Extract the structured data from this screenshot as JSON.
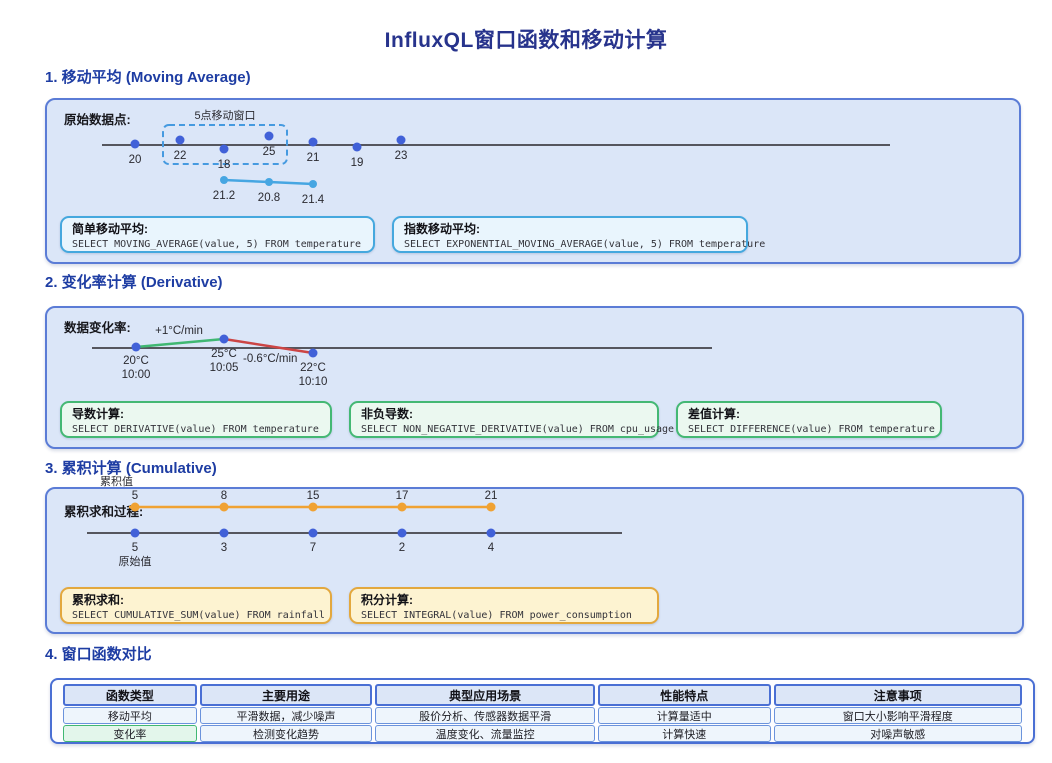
{
  "page": {
    "title": "InfluxQL窗口函数和移动计算"
  },
  "colors": {
    "section_box_fill": "#dbe6f8",
    "section_box_border": "#5b7cd6",
    "heading": "#1e3da3",
    "title": "#27338c",
    "cyan_box_border": "#45a8de",
    "green_box_border": "#44b874",
    "yellow_box_border": "#e3a83e",
    "data_dot": "#4161d8",
    "ma_line": "#46a6e2",
    "cumulative_line": "#f0a233",
    "rate_up_line": "#40b873",
    "rate_down_line": "#cc4545",
    "axis_line": "#55565e"
  },
  "section1": {
    "heading": "1. 移动平均 (Moving Average)",
    "label": "原始数据点:",
    "window_label": "5点移动窗口",
    "chart": {
      "type": "line",
      "raw_values": [
        20,
        22,
        18,
        25,
        21,
        19,
        23
      ],
      "moving_average_values": [
        21.2,
        20.8,
        21.4
      ]
    },
    "code_boxes": [
      {
        "title": "简单移动平均:",
        "code": "SELECT MOVING_AVERAGE(value, 5) FROM temperature"
      },
      {
        "title": "指数移动平均:",
        "code": "SELECT EXPONENTIAL_MOVING_AVERAGE(value, 5) FROM temperature"
      }
    ]
  },
  "section2": {
    "heading": "2. 变化率计算 (Derivative)",
    "label": "数据变化率:",
    "chart": {
      "type": "line",
      "points": [
        {
          "temp": "20°C",
          "time": "10:00"
        },
        {
          "temp": "25°C",
          "time": "10:05"
        },
        {
          "temp": "22°C",
          "time": "10:10"
        }
      ],
      "rate_up": "+1°C/min",
      "rate_down": "-0.6°C/min"
    },
    "code_boxes": [
      {
        "title": "导数计算:",
        "code": "SELECT DERIVATIVE(value) FROM temperature"
      },
      {
        "title": "非负导数:",
        "code": "SELECT NON_NEGATIVE_DERIVATIVE(value) FROM cpu_usage"
      },
      {
        "title": "差值计算:",
        "code": "SELECT DIFFERENCE(value) FROM temperature"
      }
    ]
  },
  "section3": {
    "heading": "3. 累积计算 (Cumulative)",
    "label": "累积求和过程:",
    "cumulative_label": "累积值",
    "original_label": "原始值",
    "chart": {
      "type": "line",
      "cumulative_values": [
        5,
        8,
        15,
        17,
        21
      ],
      "original_values": [
        5,
        3,
        7,
        2,
        4
      ]
    },
    "code_boxes": [
      {
        "title": "累积求和:",
        "code": "SELECT CUMULATIVE_SUM(value) FROM rainfall"
      },
      {
        "title": "积分计算:",
        "code": "SELECT INTEGRAL(value) FROM power_consumption"
      }
    ]
  },
  "section4": {
    "heading": "4. 窗口函数对比",
    "table": {
      "headers": [
        "函数类型",
        "主要用途",
        "典型应用场景",
        "性能特点",
        "注意事项"
      ],
      "rows": [
        [
          "移动平均",
          "平滑数据，减少噪声",
          "股价分析、传感器数据平滑",
          "计算量适中",
          "窗口大小影响平滑程度"
        ],
        [
          "变化率",
          "检测变化趋势",
          "温度变化、流量监控",
          "计算快速",
          "对噪声敏感"
        ]
      ]
    }
  }
}
